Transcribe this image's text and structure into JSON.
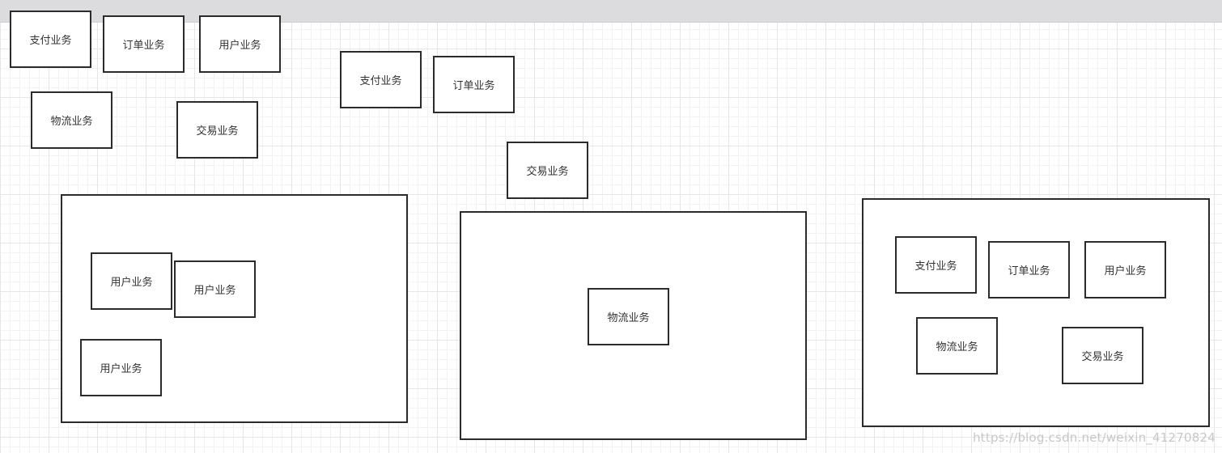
{
  "colors": {
    "node_border": "#2b2b2b",
    "node_text": "#333333",
    "grid_major": "#e6e6e6",
    "grid_minor": "#f2f2f2",
    "top_strip": "#dcdcde",
    "watermark": "#c8c8c8"
  },
  "loose_nodes": [
    {
      "label": "支付业务"
    },
    {
      "label": "订单业务"
    },
    {
      "label": "用户业务"
    },
    {
      "label": "物流业务"
    },
    {
      "label": "交易业务"
    },
    {
      "label": "支付业务"
    },
    {
      "label": "订单业务"
    },
    {
      "label": "交易业务"
    }
  ],
  "containers": [
    {
      "nodes": [
        {
          "label": "用户业务"
        },
        {
          "label": "用户业务"
        },
        {
          "label": "用户业务"
        }
      ]
    },
    {
      "nodes": [
        {
          "label": "物流业务"
        }
      ]
    },
    {
      "nodes": [
        {
          "label": "支付业务"
        },
        {
          "label": "订单业务"
        },
        {
          "label": "用户业务"
        },
        {
          "label": "物流业务"
        },
        {
          "label": "交易业务"
        }
      ]
    }
  ],
  "watermark": "https://blog.csdn.net/weixin_41270824"
}
